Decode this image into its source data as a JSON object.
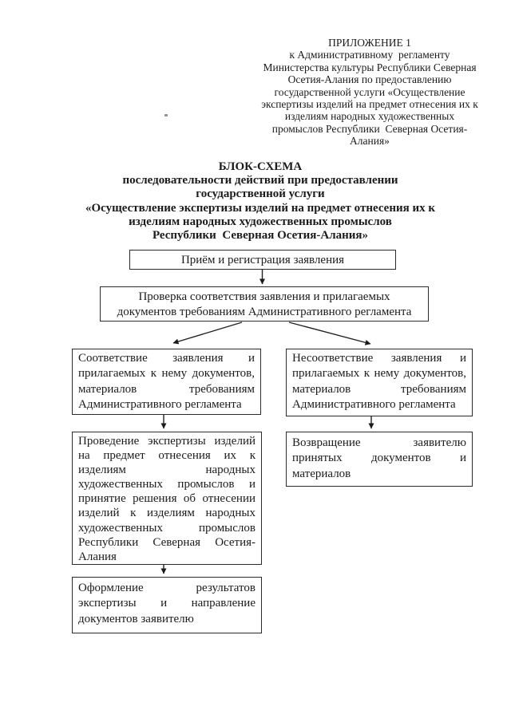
{
  "document": {
    "appendix": {
      "lines": [
        "ПРИЛОЖЕНИЕ 1",
        "к Административному  регламенту",
        "Министерства культуры Республики Северная",
        "Осетия-Алания по предоставлению",
        "государственной услуги «Осуществление",
        "экспертизы изделий на предмет отнесения их к",
        "изделиям народных художественных",
        "промыслов Республики  Северная Осетия-",
        "Алания»"
      ]
    },
    "title": {
      "lines": [
        "БЛОК-СХЕМА",
        "последовательности действий при предоставлении",
        "государственной услуги",
        "«Осуществление экспертизы изделий на предмет отнесения их к",
        "изделиям народных художественных промыслов",
        "Республики  Северная Осетия-Алания»"
      ]
    },
    "flowchart": {
      "boxes": [
        {
          "id": "reception",
          "lines": [
            "Приём и регистрация заявления"
          ]
        },
        {
          "id": "check",
          "lines": [
            "Проверка соответствия заявления и прилагаемых",
            "документов требованиям Административного регламента"
          ]
        },
        {
          "id": "compliance",
          "lines": [
            "Соответствие заявления и",
            "прилагаемых к нему документов,",
            "материалов требованиям",
            "Административного регламента"
          ]
        },
        {
          "id": "noncompliance",
          "lines": [
            "Несоответствие заявления и",
            "прилагаемых к нему документов,",
            "материалов требованиям",
            "Административного регламента"
          ]
        },
        {
          "id": "expertise",
          "lines": [
            "Проведение экспертизы изделий",
            "на предмет отнесения их к",
            "изделиям народных",
            "художественных промыслов и",
            "принятие решения об отнесении",
            "изделий к изделиям народных",
            "художественных промыслов",
            "Республики Северная Осетия-",
            "Алания"
          ]
        },
        {
          "id": "return",
          "lines": [
            "Возвращение заявителю",
            "принятых документов и",
            "материалов"
          ]
        },
        {
          "id": "results",
          "lines": [
            "Оформление результатов",
            "экспертизы и направление",
            "документов заявителю"
          ]
        }
      ]
    },
    "colors": {
      "ink": "#1b1b1b",
      "box_border": "#2a2a2a",
      "page_background": "#ffffff"
    }
  }
}
